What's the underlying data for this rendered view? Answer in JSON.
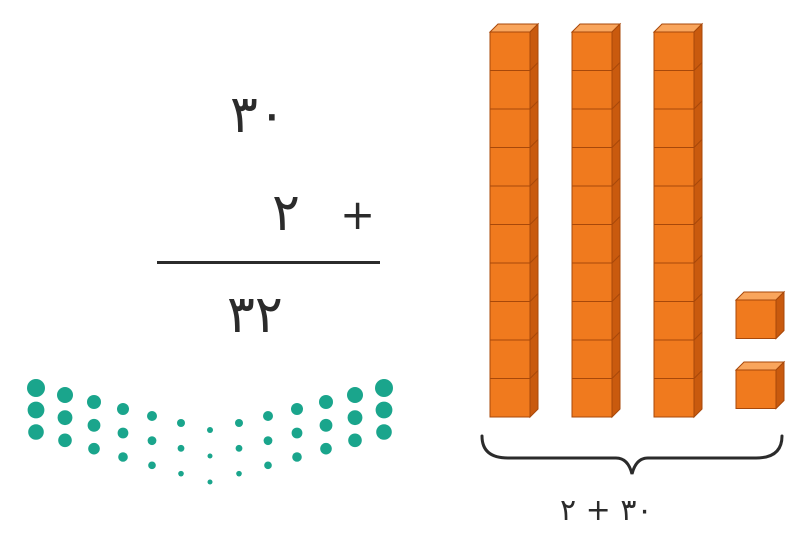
{
  "problem": {
    "addend_tens": "٣٠",
    "addend_ones": "٢",
    "plus": "+",
    "sum": "٣٢"
  },
  "blocks": {
    "tens_rods": 3,
    "units_per_rod": 10,
    "single_units": 2,
    "color": "#f07a1e",
    "brace_label": "٣٠ + ٢"
  },
  "decoration": {
    "dot_color": "#1aa58c"
  }
}
